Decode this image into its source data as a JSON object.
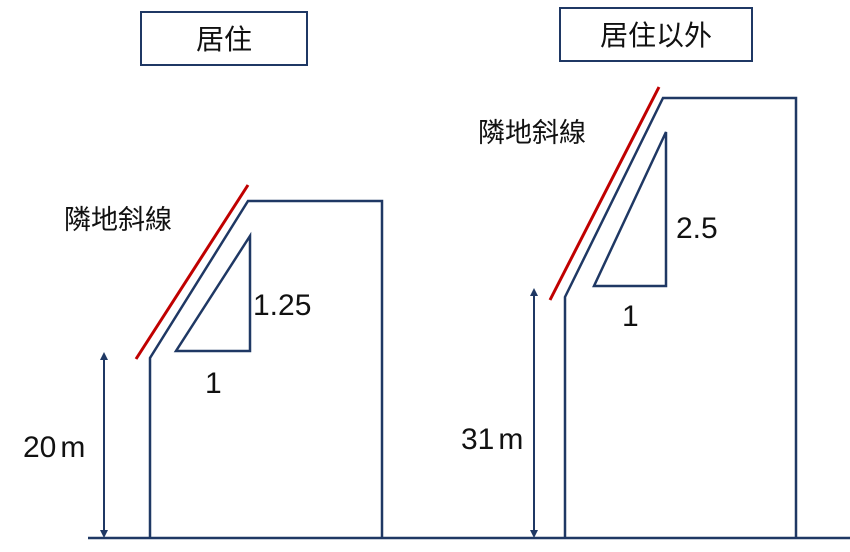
{
  "colors": {
    "outline": "#1f3864",
    "slope_line": "#c00000",
    "text": "#111111"
  },
  "left_panel": {
    "title": "居住",
    "slope_label": "隣地斜線",
    "rise_label": "1.25",
    "run_label": "1",
    "height_value": "20",
    "height_unit": "m"
  },
  "right_panel": {
    "title": "居住以外",
    "slope_label": "隣地斜線",
    "rise_label": "2.5",
    "run_label": "1",
    "height_value": "31",
    "height_unit": "m"
  }
}
